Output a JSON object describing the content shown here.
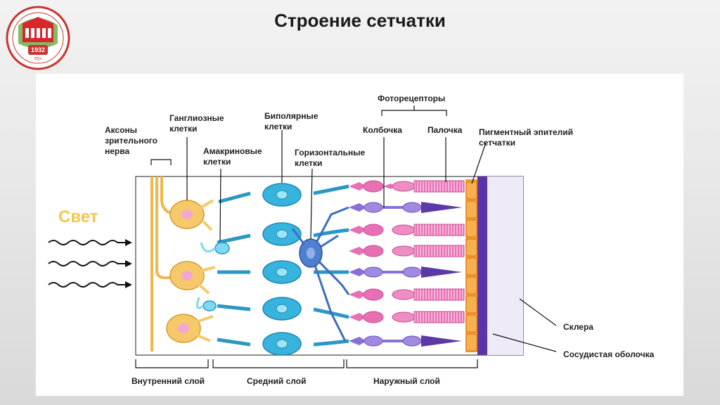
{
  "slide": {
    "title": "Строение сетчатки"
  },
  "logo": {
    "year": "1932",
    "sub": "70+"
  },
  "diagram": {
    "light_label": "Свет",
    "labels": {
      "axons": "Аксоны\nзрительного\nнерва",
      "ganglion": "Ганглиозные\nклетки",
      "amacrine": "Амакриновые\nклетки",
      "bipolar": "Биполярные\nклетки",
      "horizontal": "Горизонтальные\nклетки",
      "photoreceptors": "Фоторецепторы",
      "cone": "Колбочка",
      "rod": "Палочка",
      "pigment": "Пигментный эпителий\nсетчатки",
      "sclera": "Склера",
      "choroid": "Сосудистая оболочка",
      "inner_layer": "Внутренний слой",
      "middle_layer": "Средний слой",
      "outer_layer": "Наружный слой"
    },
    "colors": {
      "ganglion": "#f5c96a",
      "amacrine": "#7fd8ef",
      "bipolar": "#37b4de",
      "horizontal": "#4f7fd0",
      "cone": "#e96fb5",
      "rod": "#8a6fd6",
      "pigment": "#f39a2e",
      "choroid": "#5b35a8",
      "sclera": "#eeeaf8"
    }
  }
}
